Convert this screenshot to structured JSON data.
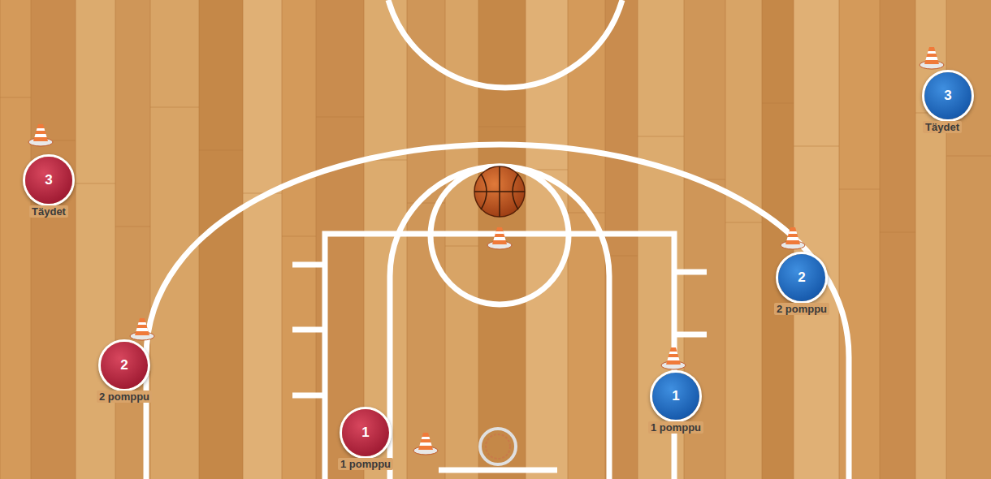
{
  "diagram": {
    "nodes": [
      {
        "text": [
          "3",
          "Täydet"
        ]
      },
      {
        "text": [
          "3",
          "Täydet"
        ]
      },
      {
        "text": [
          "2",
          "2 pomppu"
        ]
      },
      {
        "text": [
          "2",
          "2 pomppu"
        ]
      },
      {
        "text": [
          "1",
          "1 pomppu"
        ]
      },
      {
        "text": [
          "1",
          "1 pomppu"
        ]
      }
    ]
  }
}
